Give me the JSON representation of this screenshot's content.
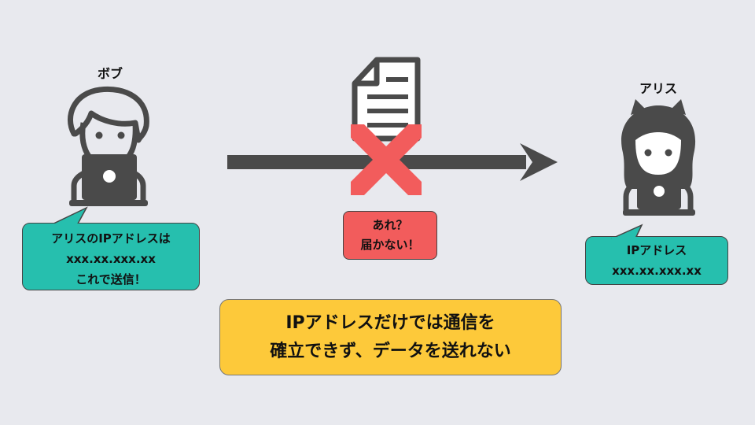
{
  "bob": {
    "name": "ボブ",
    "bubble": [
      "アリスのIPアドレスは",
      "xxx.xx.xxx.xx",
      "これで送信！"
    ],
    "icon": "person-with-laptop-icon"
  },
  "alice": {
    "name": "アリス",
    "bubble": [
      "IPアドレス",
      "xxx.xx.xxx.xx"
    ],
    "icon": "person-with-laptop-icon"
  },
  "message": {
    "icon": "document-icon",
    "blocked_icon": "cross-icon",
    "bubble": [
      "あれ？",
      "届かない！"
    ]
  },
  "caption": [
    "IPアドレスだけでは通信を",
    "確立できず、データを送れない"
  ],
  "colors": {
    "background": "#e8e9ee",
    "teal": "#26bfae",
    "red": "#f25c5c",
    "yellow": "#fdc93a",
    "gray": "#4a4a4a"
  }
}
